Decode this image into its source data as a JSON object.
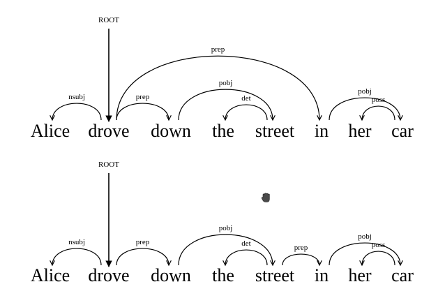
{
  "diagrams": [
    {
      "root_label": "ROOT",
      "words": [
        "Alice",
        "drove",
        "down",
        "the",
        "street",
        "in",
        "her",
        "car"
      ],
      "root_index": 1,
      "arcs": [
        {
          "head": 1,
          "dep": 0,
          "label": "nsubj"
        },
        {
          "head": 1,
          "dep": 2,
          "label": "prep"
        },
        {
          "head": 2,
          "dep": 4,
          "label": "pobj"
        },
        {
          "head": 4,
          "dep": 3,
          "label": "det"
        },
        {
          "head": 1,
          "dep": 5,
          "label": "prep"
        },
        {
          "head": 5,
          "dep": 7,
          "label": "pobj"
        },
        {
          "head": 7,
          "dep": 6,
          "label": "poss"
        }
      ]
    },
    {
      "root_label": "ROOT",
      "words": [
        "Alice",
        "drove",
        "down",
        "the",
        "street",
        "in",
        "her",
        "car"
      ],
      "root_index": 1,
      "arcs": [
        {
          "head": 1,
          "dep": 0,
          "label": "nsubj"
        },
        {
          "head": 1,
          "dep": 2,
          "label": "prep"
        },
        {
          "head": 2,
          "dep": 4,
          "label": "pobj"
        },
        {
          "head": 4,
          "dep": 3,
          "label": "det"
        },
        {
          "head": 4,
          "dep": 5,
          "label": "prep"
        },
        {
          "head": 5,
          "dep": 7,
          "label": "pobj"
        },
        {
          "head": 7,
          "dep": 6,
          "label": "poss"
        }
      ]
    }
  ],
  "cursor_icon": "grab-hand-icon"
}
